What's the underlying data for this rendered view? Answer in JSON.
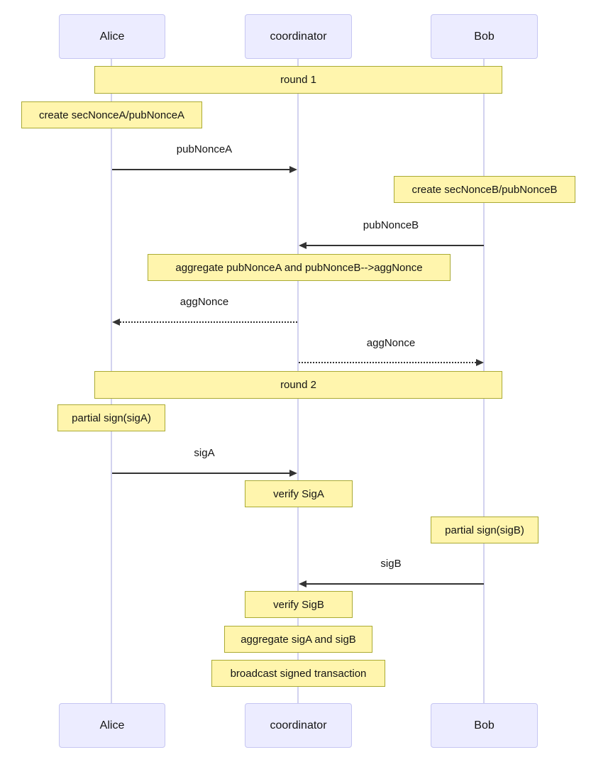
{
  "diagram": {
    "type": "sequence-diagram",
    "actors": [
      {
        "id": "alice",
        "label": "Alice"
      },
      {
        "id": "coordinator",
        "label": "coordinator"
      },
      {
        "id": "bob",
        "label": "Bob"
      }
    ],
    "bands": [
      {
        "label": "round 1"
      },
      {
        "label": "round 2"
      }
    ],
    "notes": [
      {
        "label": "create secNonceA/pubNonceA",
        "over": "alice"
      },
      {
        "label": "create secNonceB/pubNonceB",
        "over": "bob"
      },
      {
        "label": "aggregate pubNonceA and pubNonceB-->aggNonce",
        "over": "coordinator"
      },
      {
        "label": "partial sign(sigA)",
        "over": "alice"
      },
      {
        "label": "verify SigA",
        "over": "coordinator"
      },
      {
        "label": "partial sign(sigB)",
        "over": "bob"
      },
      {
        "label": "verify SigB",
        "over": "coordinator"
      },
      {
        "label": "aggregate sigA and sigB",
        "over": "coordinator"
      },
      {
        "label": "broadcast signed transaction",
        "over": "coordinator"
      }
    ],
    "messages": [
      {
        "label": "pubNonceA",
        "from": "alice",
        "to": "coordinator",
        "style": "solid"
      },
      {
        "label": "pubNonceB",
        "from": "bob",
        "to": "coordinator",
        "style": "solid"
      },
      {
        "label": "aggNonce",
        "from": "coordinator",
        "to": "alice",
        "style": "dotted"
      },
      {
        "label": "aggNonce",
        "from": "coordinator",
        "to": "bob",
        "style": "dotted"
      },
      {
        "label": "sigA",
        "from": "alice",
        "to": "coordinator",
        "style": "solid"
      },
      {
        "label": "sigB",
        "from": "bob",
        "to": "coordinator",
        "style": "solid"
      }
    ],
    "colors": {
      "actor_fill": "#ececff",
      "actor_border": "#c6c6f2",
      "lifeline": "#d2d2ef",
      "note_fill": "#fff5ad",
      "note_border": "#aaaa33",
      "arrow": "#333333",
      "text": "#141414",
      "background": "#ffffff"
    }
  }
}
